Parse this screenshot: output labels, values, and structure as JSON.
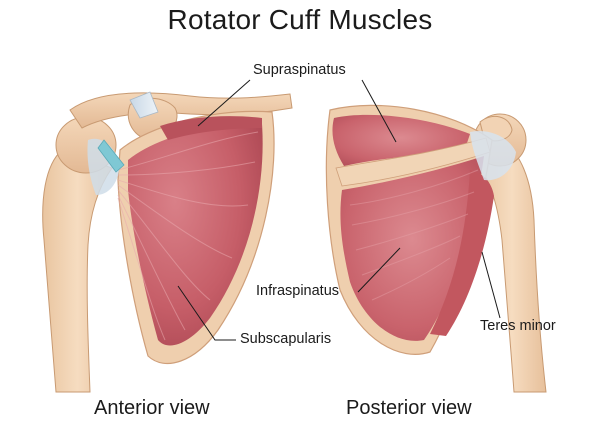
{
  "diagram": {
    "title": "Rotator Cuff Muscles",
    "labels": {
      "supraspinatus": "Supraspinatus",
      "infraspinatus": "Infraspinatus",
      "subscapularis": "Subscapularis",
      "teres_minor": "Teres minor"
    },
    "views": {
      "anterior": "Anterior view",
      "posterior": "Posterior view"
    }
  }
}
